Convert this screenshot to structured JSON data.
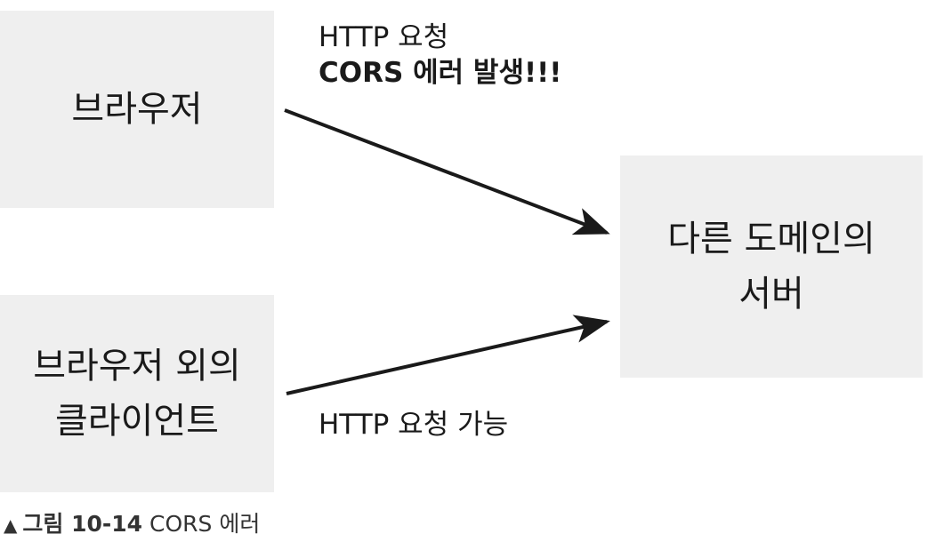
{
  "nodes": {
    "browser": {
      "lines": [
        "브라우저"
      ]
    },
    "client": {
      "lines": [
        "브라우저 외의",
        "클라이언트"
      ]
    },
    "server": {
      "lines": [
        "다른 도메인의",
        "서버"
      ]
    }
  },
  "edges": {
    "top": {
      "line1": "HTTP 요청",
      "line2": "CORS 에러 발생!!!"
    },
    "bottom": {
      "text": "HTTP 요청 가능"
    }
  },
  "caption": {
    "marker": "▲",
    "figure": "그림 10-14",
    "title": "CORS 에러"
  }
}
